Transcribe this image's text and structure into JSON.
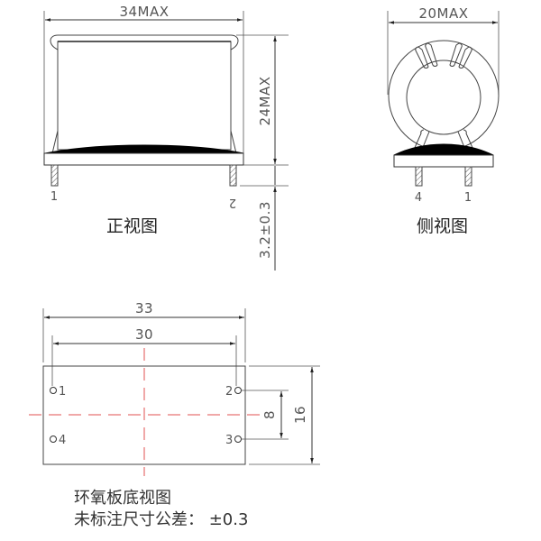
{
  "front_view": {
    "caption": "正视图",
    "width_dim": "34MAX",
    "height_dim": "24MAX",
    "pin_length_dim": "3.2±0.3",
    "pins": [
      "1",
      "2"
    ]
  },
  "side_view": {
    "caption": "侧视图",
    "width_dim": "20MAX",
    "pins": [
      "4",
      "1"
    ]
  },
  "bottom_view": {
    "width_dim": "33",
    "pin_span_dim": "30",
    "pin_pitch_dim": "8",
    "height_dim": "16",
    "pins": [
      {
        "label": "1",
        "pos": "top-left"
      },
      {
        "label": "2",
        "pos": "top-right"
      },
      {
        "label": "3",
        "pos": "bottom-right"
      },
      {
        "label": "4",
        "pos": "bottom-left"
      }
    ],
    "centerline_color": "#e05050"
  },
  "notes": {
    "line1": "环氧板底视图",
    "line2": "未标注尺寸公差： ±0.3"
  },
  "colors": {
    "line": "#333333",
    "dim": "#444444",
    "centerline": "#e05050"
  }
}
